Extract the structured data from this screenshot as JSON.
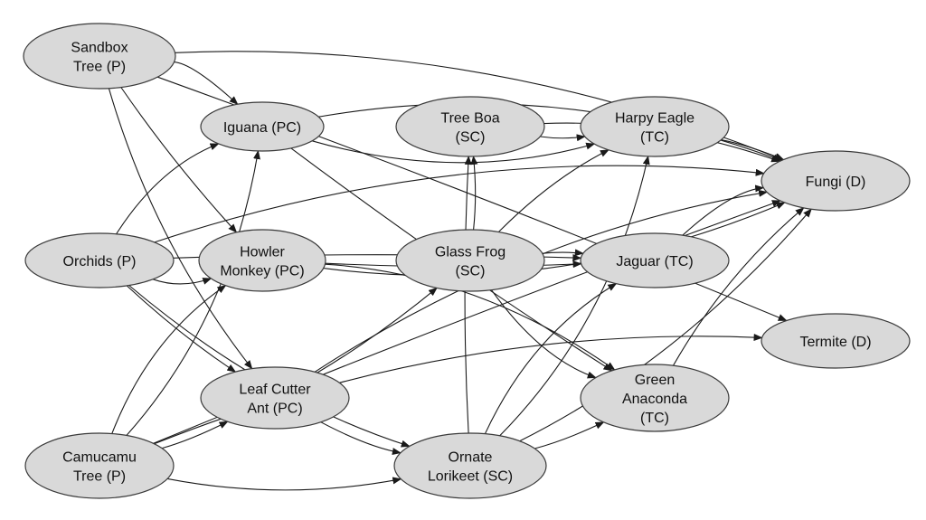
{
  "nodes": [
    {
      "id": "sandbox",
      "lines": [
        "Sandbox",
        "Tree (P)"
      ]
    },
    {
      "id": "iguana",
      "lines": [
        "Iguana (PC)"
      ]
    },
    {
      "id": "treeboa",
      "lines": [
        "Tree Boa",
        "(SC)"
      ]
    },
    {
      "id": "harpy",
      "lines": [
        "Harpy Eagle",
        "(TC)"
      ]
    },
    {
      "id": "fungi",
      "lines": [
        "Fungi (D)"
      ]
    },
    {
      "id": "orchids",
      "lines": [
        "Orchids (P)"
      ]
    },
    {
      "id": "howler",
      "lines": [
        "Howler",
        "Monkey (PC)"
      ]
    },
    {
      "id": "glassfrog",
      "lines": [
        "Glass Frog",
        "(SC)"
      ]
    },
    {
      "id": "jaguar",
      "lines": [
        "Jaguar (TC)"
      ]
    },
    {
      "id": "termite",
      "lines": [
        "Termite (D)"
      ]
    },
    {
      "id": "leafcutter",
      "lines": [
        "Leaf Cutter",
        "Ant (PC)"
      ]
    },
    {
      "id": "anaconda",
      "lines": [
        "Green",
        "Anaconda",
        "(TC)"
      ]
    },
    {
      "id": "camucamu",
      "lines": [
        "Camucamu",
        "Tree (P)"
      ]
    },
    {
      "id": "lorikeet",
      "lines": [
        "Ornate",
        "Lorikeet (SC)"
      ]
    }
  ],
  "edges": [
    {
      "from": "sandbox",
      "to": "iguana"
    },
    {
      "from": "sandbox",
      "to": "howler"
    },
    {
      "from": "sandbox",
      "to": "leafcutter"
    },
    {
      "from": "sandbox",
      "to": "fungi"
    },
    {
      "from": "sandbox",
      "to": "termite"
    },
    {
      "from": "orchids",
      "to": "howler"
    },
    {
      "from": "orchids",
      "to": "iguana"
    },
    {
      "from": "orchids",
      "to": "leafcutter"
    },
    {
      "from": "orchids",
      "to": "lorikeet"
    },
    {
      "from": "orchids",
      "to": "fungi"
    },
    {
      "from": "orchids",
      "to": "jaguar"
    },
    {
      "from": "camucamu",
      "to": "iguana"
    },
    {
      "from": "camucamu",
      "to": "howler"
    },
    {
      "from": "camucamu",
      "to": "leafcutter"
    },
    {
      "from": "camucamu",
      "to": "lorikeet"
    },
    {
      "from": "camucamu",
      "to": "termite"
    },
    {
      "from": "camucamu",
      "to": "fungi"
    },
    {
      "from": "iguana",
      "to": "harpy"
    },
    {
      "from": "iguana",
      "to": "fungi"
    },
    {
      "from": "iguana",
      "to": "anaconda"
    },
    {
      "from": "treeboa",
      "to": "harpy"
    },
    {
      "from": "treeboa",
      "to": "fungi"
    },
    {
      "from": "harpy",
      "to": "fungi"
    },
    {
      "from": "howler",
      "to": "fungi"
    },
    {
      "from": "howler",
      "to": "anaconda"
    },
    {
      "from": "howler",
      "to": "jaguar"
    },
    {
      "from": "glassfrog",
      "to": "treeboa"
    },
    {
      "from": "glassfrog",
      "to": "harpy"
    },
    {
      "from": "glassfrog",
      "to": "jaguar"
    },
    {
      "from": "glassfrog",
      "to": "anaconda"
    },
    {
      "from": "jaguar",
      "to": "fungi"
    },
    {
      "from": "leafcutter",
      "to": "glassfrog"
    },
    {
      "from": "leafcutter",
      "to": "lorikeet"
    },
    {
      "from": "leafcutter",
      "to": "fungi"
    },
    {
      "from": "lorikeet",
      "to": "treeboa"
    },
    {
      "from": "lorikeet",
      "to": "harpy"
    },
    {
      "from": "lorikeet",
      "to": "jaguar"
    },
    {
      "from": "lorikeet",
      "to": "anaconda"
    },
    {
      "from": "lorikeet",
      "to": "fungi"
    },
    {
      "from": "anaconda",
      "to": "fungi"
    }
  ]
}
